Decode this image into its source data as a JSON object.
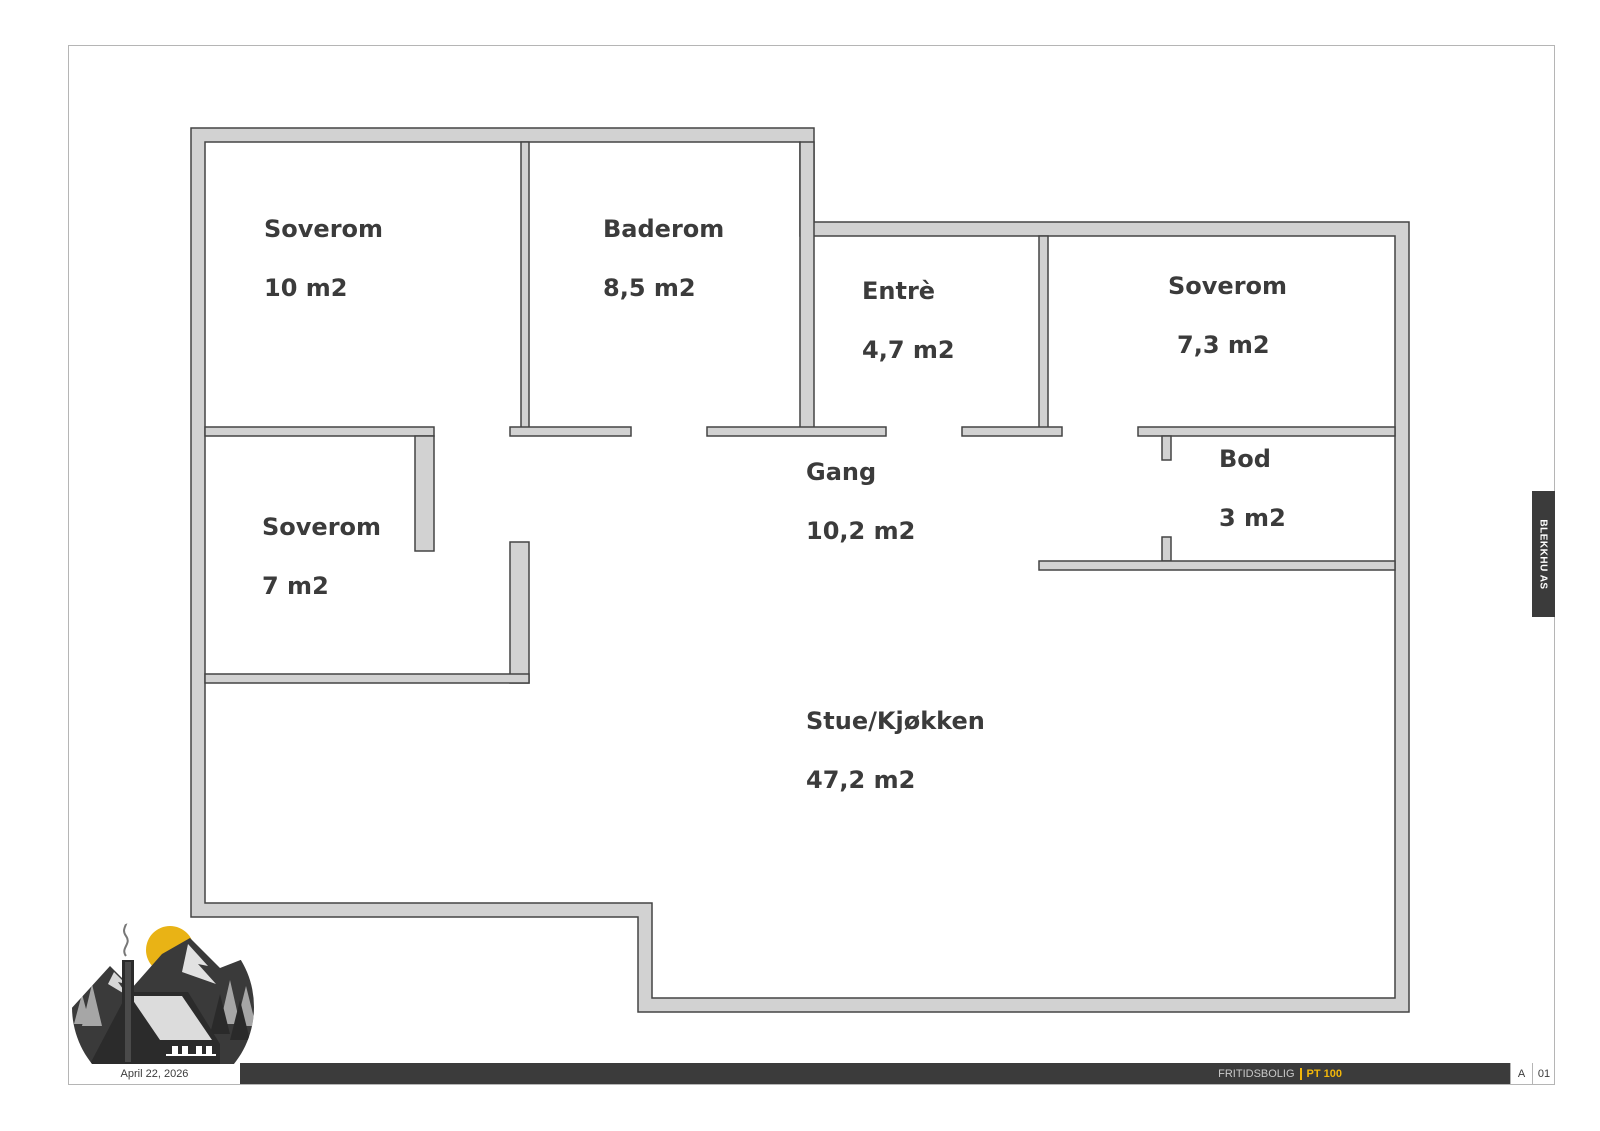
{
  "rooms": [
    {
      "name": "Soverom",
      "area": "10 m2"
    },
    {
      "name": "Baderom",
      "area": "8,5 m2"
    },
    {
      "name": "Entrè",
      "area": "4,7 m2"
    },
    {
      "name": "Soverom",
      "area": "7,3 m2"
    },
    {
      "name": "Soverom",
      "area": "7 m2"
    },
    {
      "name": "Gang",
      "area": "10,2 m2"
    },
    {
      "name": "Bod",
      "area": "3 m2"
    },
    {
      "name": "Stue/Kjøkken",
      "area": "47,2 m2"
    }
  ],
  "side_tab": {
    "label": "BLEKKHU AS"
  },
  "footer": {
    "date": "April 22, 2026",
    "project_type": "FRITIDSBOLIG",
    "project_code": "PT 100",
    "sheet_letter": "A",
    "sheet_number": "01"
  },
  "colors": {
    "wall_fill": "#d2d2d2",
    "wall_stroke": "#444444",
    "text": "#3b3b3b",
    "accent": "#f2b70a",
    "dark_bar": "#3b3b3b"
  },
  "logo": {
    "icon": "cabin-mountain-sun-icon"
  }
}
